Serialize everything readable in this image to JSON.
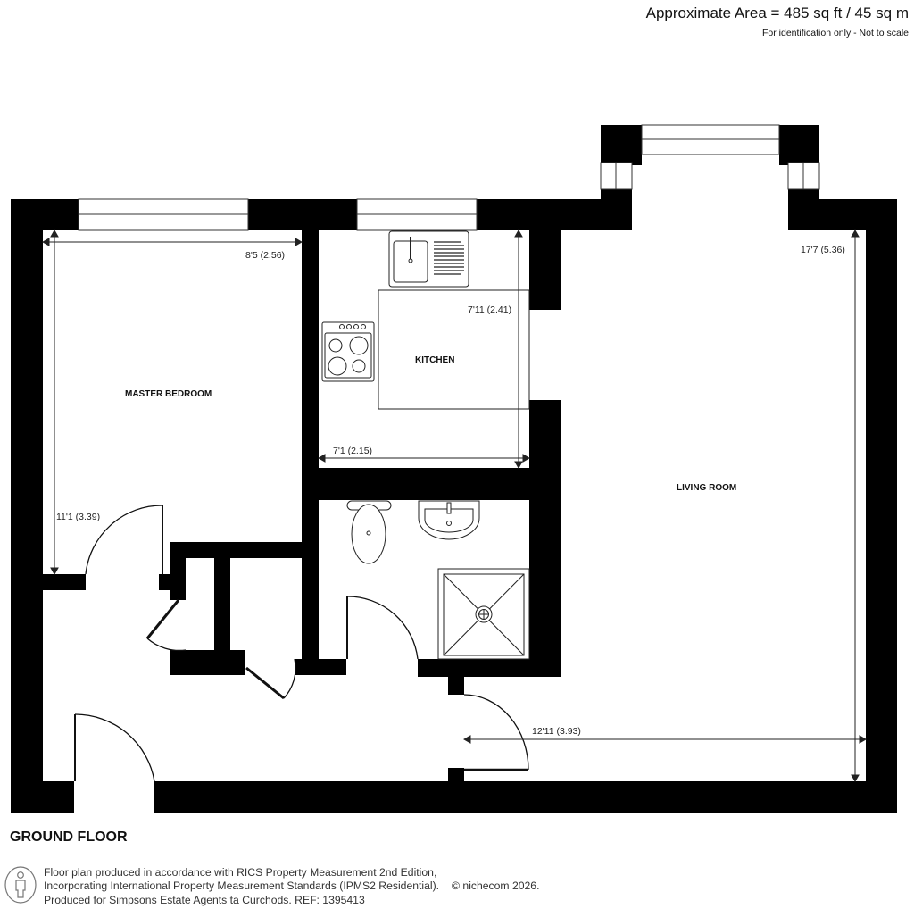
{
  "header": {
    "area": "Approximate Area = 485 sq ft / 45 sq m",
    "disclaimer": "For identification only - Not to scale"
  },
  "rooms": [
    {
      "name": "MASTER BEDROOM",
      "dimensions": {
        "width": "8'5 (2.56)",
        "length": "11'1 (3.39)"
      }
    },
    {
      "name": "KITCHEN",
      "dimensions": {
        "width": "7'1 (2.15)",
        "length": "7'11 (2.41)"
      }
    },
    {
      "name": "LIVING ROOM",
      "dimensions": {
        "width": "12'11 (3.93)",
        "length": "17'7 (5.36)"
      }
    }
  ],
  "floor": {
    "title": "GROUND FLOOR"
  },
  "footer": {
    "icon": "person-icon",
    "line1": "Floor plan produced in accordance with RICS Property Measurement 2nd Edition,",
    "line2": "Incorporating International Property Measurement Standards (IPMS2 Residential).",
    "copyright": "© nichecom 2026.",
    "line3": "Produced for Simpsons Estate Agents ta Curchods.   REF: 1395413"
  },
  "colors": {
    "wall": "#000000",
    "background": "#ffffff",
    "line": "#222222"
  }
}
